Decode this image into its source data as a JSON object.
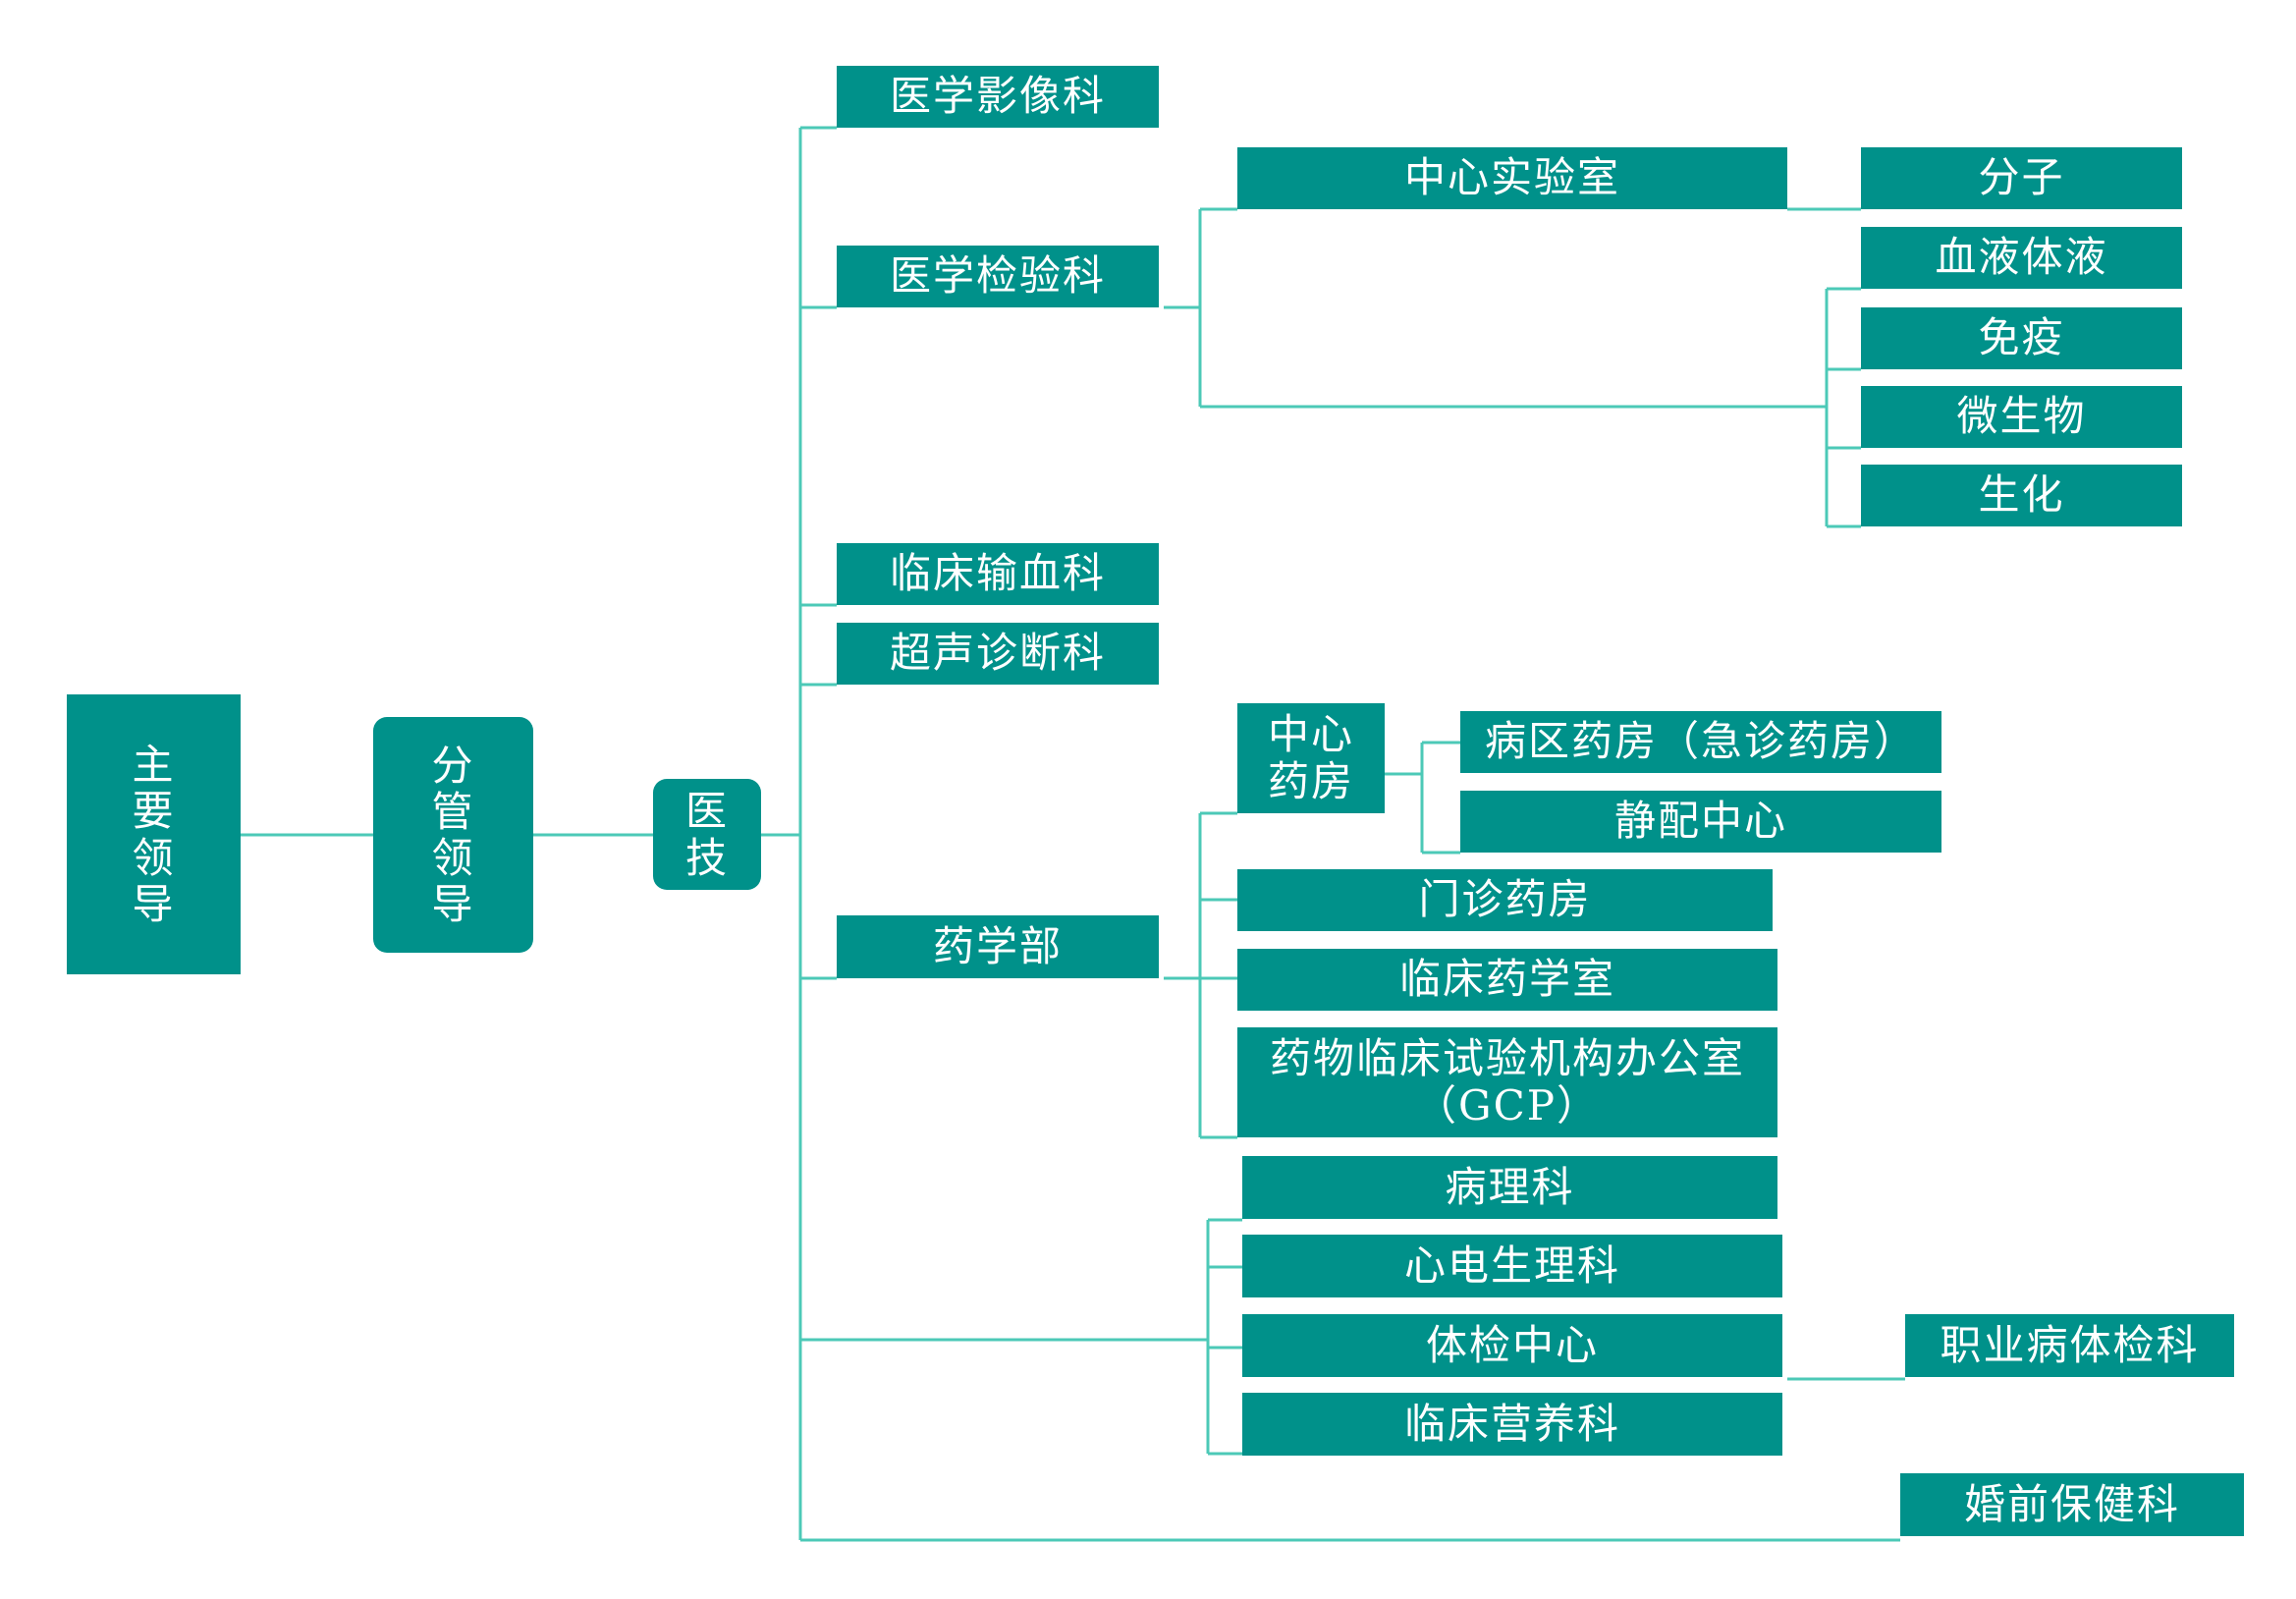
{
  "colors": {
    "box": "#00918a",
    "text": "#ffffff",
    "line": "#4cc9b7"
  },
  "nodes": {
    "main_leader": "主要领导",
    "branch_leader": "分管领导",
    "medtech": "医技",
    "imaging": "医学影像科",
    "lab": "医学检验科",
    "central_lab": "中心实验室",
    "molecular": "分子",
    "blood_fluid": "血液体液",
    "immunity": "免疫",
    "microbiology": "微生物",
    "biochemistry": "生化",
    "transfusion": "临床输血科",
    "ultrasound": "超声诊断科",
    "pharmacy": "药学部",
    "central_pharmacy": "中心药房",
    "ward_pharmacy": "病区药房（急诊药房）",
    "iv_center": "静配中心",
    "outpatient_pharmacy": "门诊药房",
    "clinical_pharmacy": "临床药学室",
    "gcp_office": "药物临床试验机构办公室（GCP）",
    "pathology": "病理科",
    "electrophysiology": "心电生理科",
    "checkup_center": "体检中心",
    "occupational": "职业病体检科",
    "nutrition": "临床营养科",
    "premarital": "婚前保健科"
  }
}
